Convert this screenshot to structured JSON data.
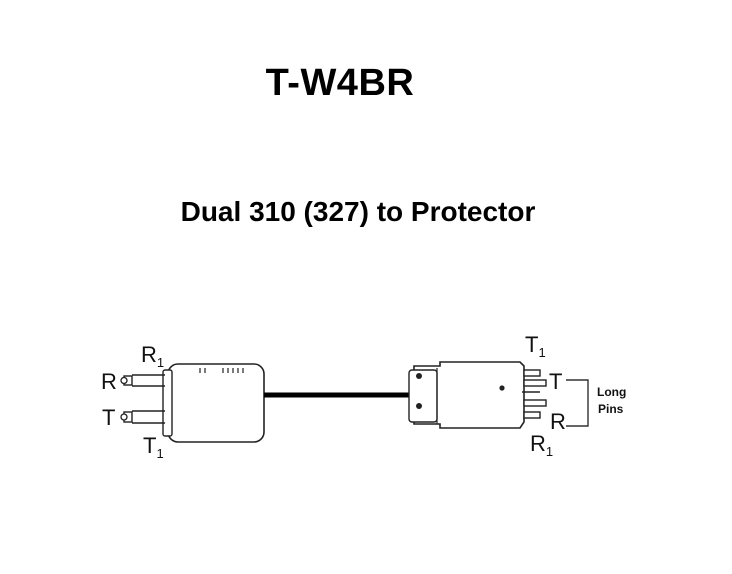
{
  "title": "T-W4BR",
  "subtitle": "Dual 310 (327) to Protector",
  "diagram": {
    "left_plug": {
      "label_R": "R",
      "label_T": "T",
      "label_R1": "R",
      "label_R1_sub": "1",
      "label_T1": "T",
      "label_T1_sub": "1"
    },
    "right_plug": {
      "label_T1": "T",
      "label_T1_sub": "1",
      "label_T": "T",
      "label_R": "R",
      "label_R1": "R",
      "label_R1_sub": "1",
      "long_pins_line1": "Long",
      "long_pins_line2": "Pins"
    }
  }
}
